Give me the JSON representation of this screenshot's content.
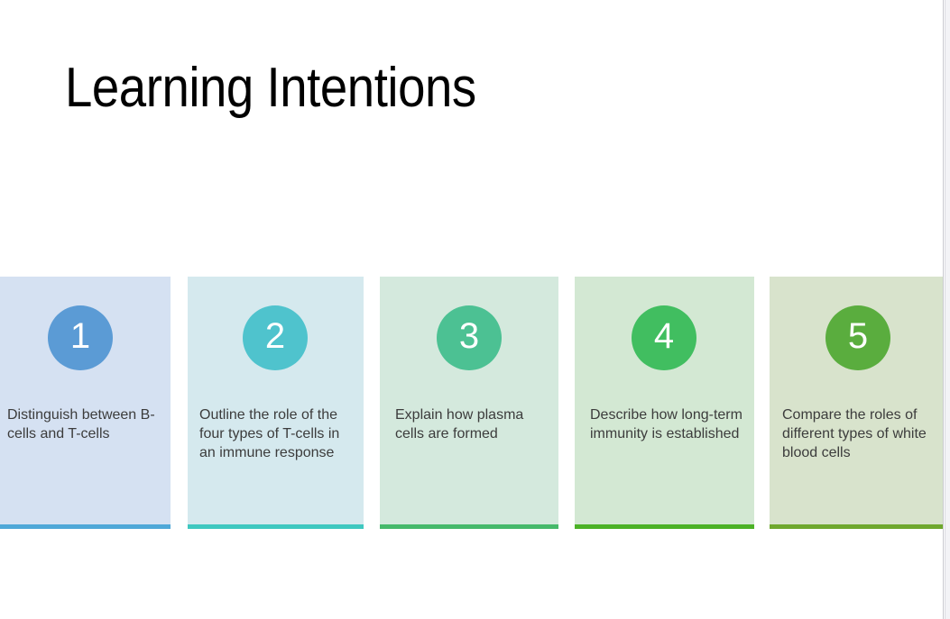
{
  "slide": {
    "title": "Learning Intentions",
    "background_color": "#ffffff",
    "edge_border_color": "#c9c9cf"
  },
  "cards": [
    {
      "number": "1",
      "text": "Distinguish between B-cells and T-cells",
      "background_color": "#d5e1f2",
      "circle_color": "#5b9bd5",
      "accent_color": "#4fa8d8"
    },
    {
      "number": "2",
      "text": "Outline the role of the four types of T-cells in an immune response",
      "background_color": "#d5e9ee",
      "circle_color": "#4fc3cd",
      "accent_color": "#3fc8c0"
    },
    {
      "number": "3",
      "text": "Explain how plasma cells are formed",
      "background_color": "#d4e9dd",
      "circle_color": "#4cc193",
      "accent_color": "#46b96b"
    },
    {
      "number": "4",
      "text": "Describe how long-term immunity is established",
      "background_color": "#d3e8d3",
      "circle_color": "#41be60",
      "accent_color": "#4cb226"
    },
    {
      "number": "5",
      "text": "Compare the roles of different types of white blood cells",
      "background_color": "#d8e3cc",
      "circle_color": "#5aad3e",
      "accent_color": "#6fa82e"
    }
  ]
}
